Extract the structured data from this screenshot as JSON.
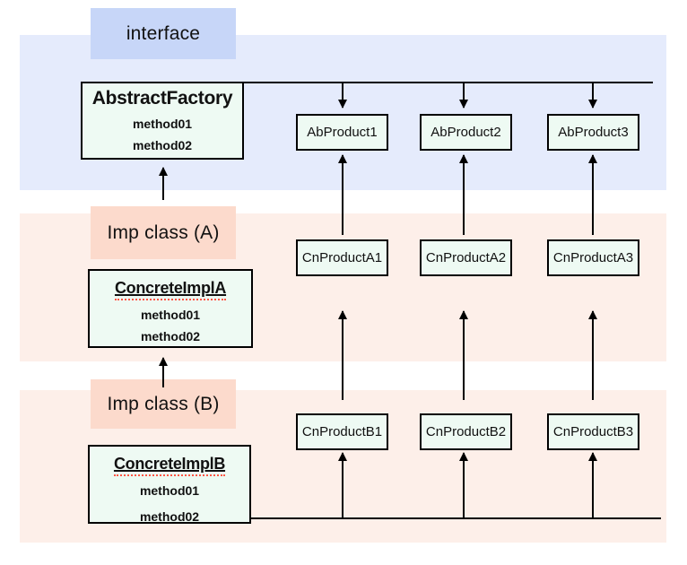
{
  "diagram": {
    "layers": [
      {
        "label": "interface"
      },
      {
        "label": "Imp class (A)"
      },
      {
        "label": "Imp class (B)"
      }
    ],
    "classes": [
      {
        "title": "AbstractFactory",
        "methods": [
          "method01",
          "method02"
        ]
      },
      {
        "title": "ConcreteImplA",
        "methods": [
          "method01",
          "method02"
        ]
      },
      {
        "title": "ConcreteImplB",
        "methods": [
          "method01",
          "method02"
        ]
      }
    ],
    "product_rows": [
      {
        "items": [
          "AbProduct1",
          "AbProduct2",
          "AbProduct3"
        ]
      },
      {
        "items": [
          "CnProductA1",
          "CnProductA2",
          "CnProductA3"
        ]
      },
      {
        "items": [
          "CnProductB1",
          "CnProductB2",
          "CnProductB3"
        ]
      }
    ],
    "colors": {
      "band_blue": "#e5ebfc",
      "label_blue": "#c7d6f8",
      "band_pink": "#fdefe9",
      "label_salmon": "#fcdacc",
      "box_fill": "#eefaf3",
      "line": "#000000",
      "misspell_red": "#ff5544"
    }
  }
}
